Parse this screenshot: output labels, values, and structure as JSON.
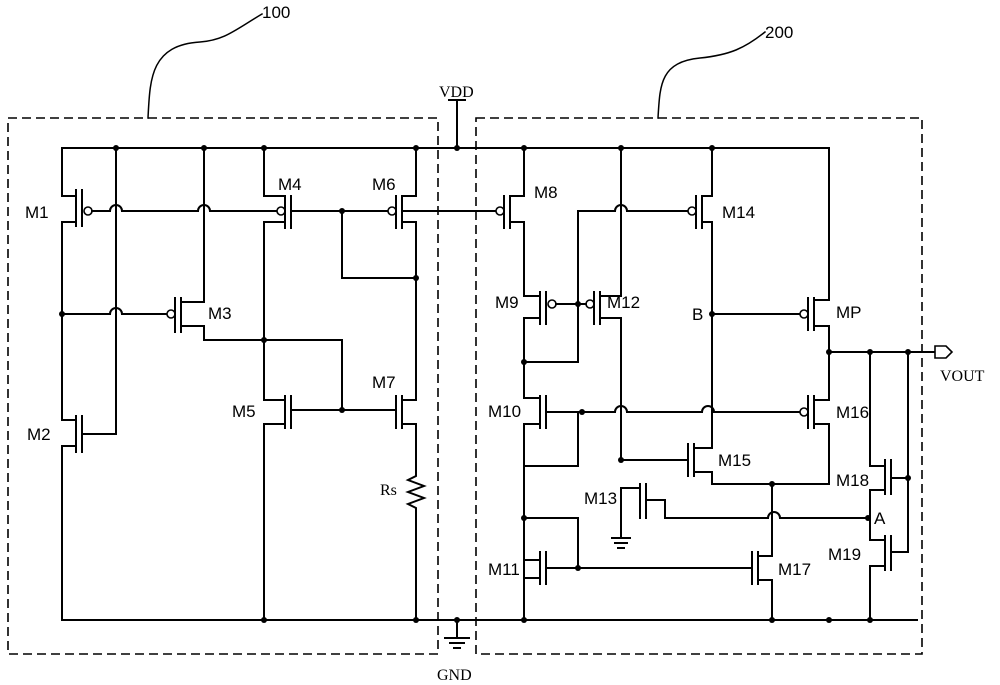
{
  "blocks": {
    "block1": "100",
    "block2": "200"
  },
  "rails": {
    "vdd": "VDD",
    "gnd": "GND"
  },
  "output": "VOUT",
  "resistor": "Rs",
  "nodes": {
    "a": "A",
    "b": "B"
  },
  "transistors": {
    "m1": "M1",
    "m2": "M2",
    "m3": "M3",
    "m4": "M4",
    "m5": "M5",
    "m6": "M6",
    "m7": "M7",
    "m8": "M8",
    "m9": "M9",
    "m10": "M10",
    "m11": "M11",
    "m12": "M12",
    "m13": "M13",
    "m14": "M14",
    "m15": "M15",
    "m16": "M16",
    "m17": "M17",
    "m18": "M18",
    "m19": "M19",
    "mp": "MP"
  }
}
